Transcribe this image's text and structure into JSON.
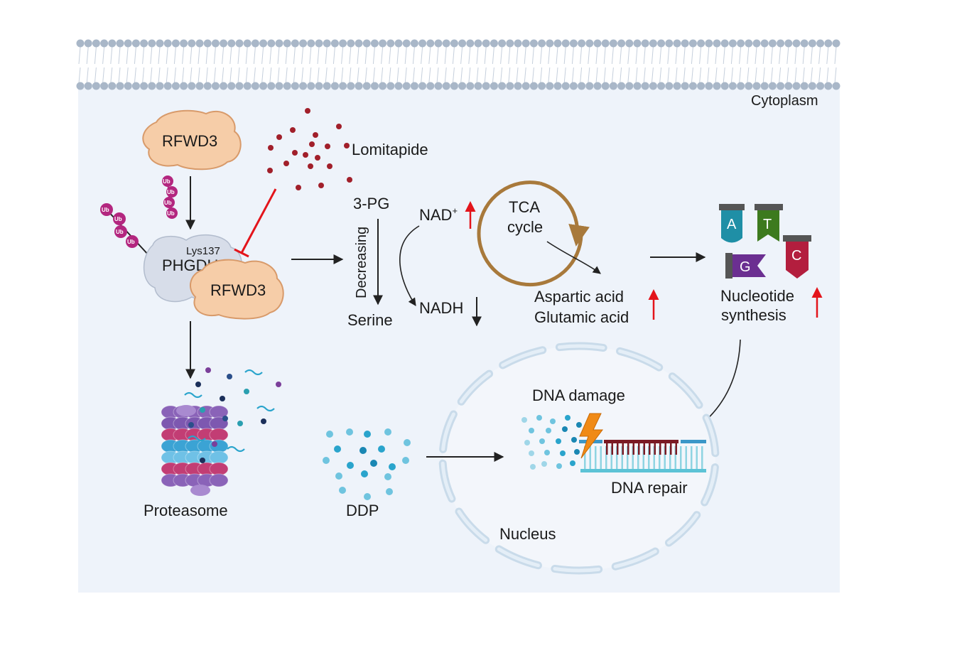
{
  "labels": {
    "cytoplasm": "Cytoplasm",
    "rfwd3_top": "RFWD3",
    "rfwd3_bound": "RFWD3",
    "lomitapide": "Lomitapide",
    "phgdh": "PHGDH",
    "lys137": "Lys137",
    "ub": "Ub",
    "pg3": "3-PG",
    "decreasing": "Decreasing",
    "serine": "Serine",
    "nad": "NAD",
    "nad_sup": "+",
    "nadh": "NADH",
    "tca_line1": "TCA",
    "tca_line2": "cycle",
    "aspartic": "Aspartic acid",
    "glutamic": "Glutamic acid",
    "nucleotide_line1": "Nucleotide",
    "nucleotide_line2": "synthesis",
    "nuc_a": "A",
    "nuc_t": "T",
    "nuc_g": "G",
    "nuc_c": "C",
    "proteasome": "Proteasome",
    "ddp": "DDP",
    "dna_damage": "DNA damage",
    "dna_repair": "DNA repair",
    "nucleus": "Nucleus"
  },
  "colors": {
    "cytoplasm_bg": "#eef3fa",
    "membrane_head": "#a9b7c8",
    "rfwd3_fill": "#f6cda8",
    "rfwd3_stroke": "#d89a6a",
    "phgdh_fill": "#d7dde9",
    "ub_fill": "#b3267f",
    "lomitapide_dot": "#a11f2a",
    "inhibit_red": "#e3141b",
    "up_arrow_red": "#e3141b",
    "tca_ring": "#a8793b",
    "nucleus_ring": "#c9dbea",
    "ddp_dot": "#2aa4cc",
    "dna_red": "#7a1a24",
    "dna_teal": "#5cc3d6",
    "lightning": "#f08a16",
    "nuc_a": "#1f8fa6",
    "nuc_t": "#3d7a1e",
    "nuc_g": "#6b2f91",
    "nuc_c": "#b31e3e",
    "proteasome_purple": "#8a63b8",
    "proteasome_pink": "#c23d74",
    "proteasome_blue": "#3ba3d4"
  }
}
